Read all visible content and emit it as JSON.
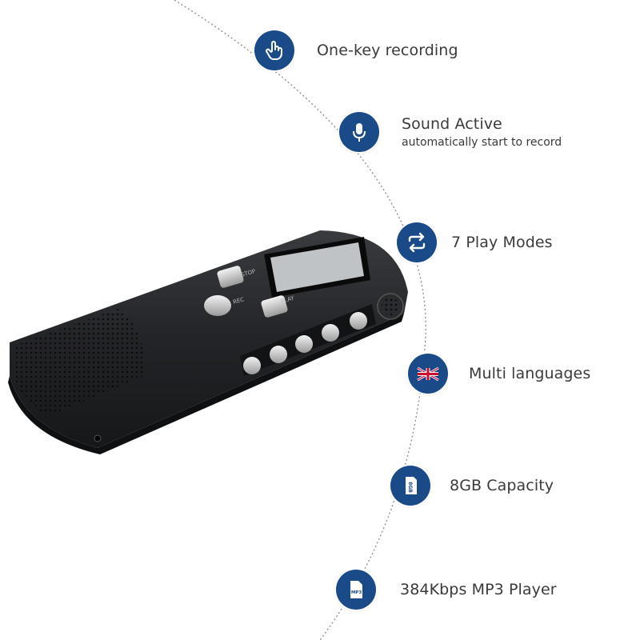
{
  "features": [
    {
      "label": "One-key recording",
      "icon": "hand-tap-icon"
    },
    {
      "label": "Sound Active",
      "sub": "automatically start to record",
      "icon": "microphone-icon"
    },
    {
      "label": "7 Play Modes",
      "icon": "repeat-arrows-icon"
    },
    {
      "label": "Multi languages",
      "icon": "uk-flag-icon"
    },
    {
      "label": "8GB Capacity",
      "icon": "memory-card-icon",
      "icon_text": "8GB"
    },
    {
      "label": "384Kbps MP3 Player",
      "icon": "mp3-file-icon",
      "icon_text": "MP3"
    }
  ],
  "device": {
    "button_labels": [
      "STOP",
      "REC",
      "PLAY"
    ]
  },
  "colors": {
    "badge": "#1a4b88",
    "arc": "#8a8a8a",
    "device": "#1e1f22"
  }
}
